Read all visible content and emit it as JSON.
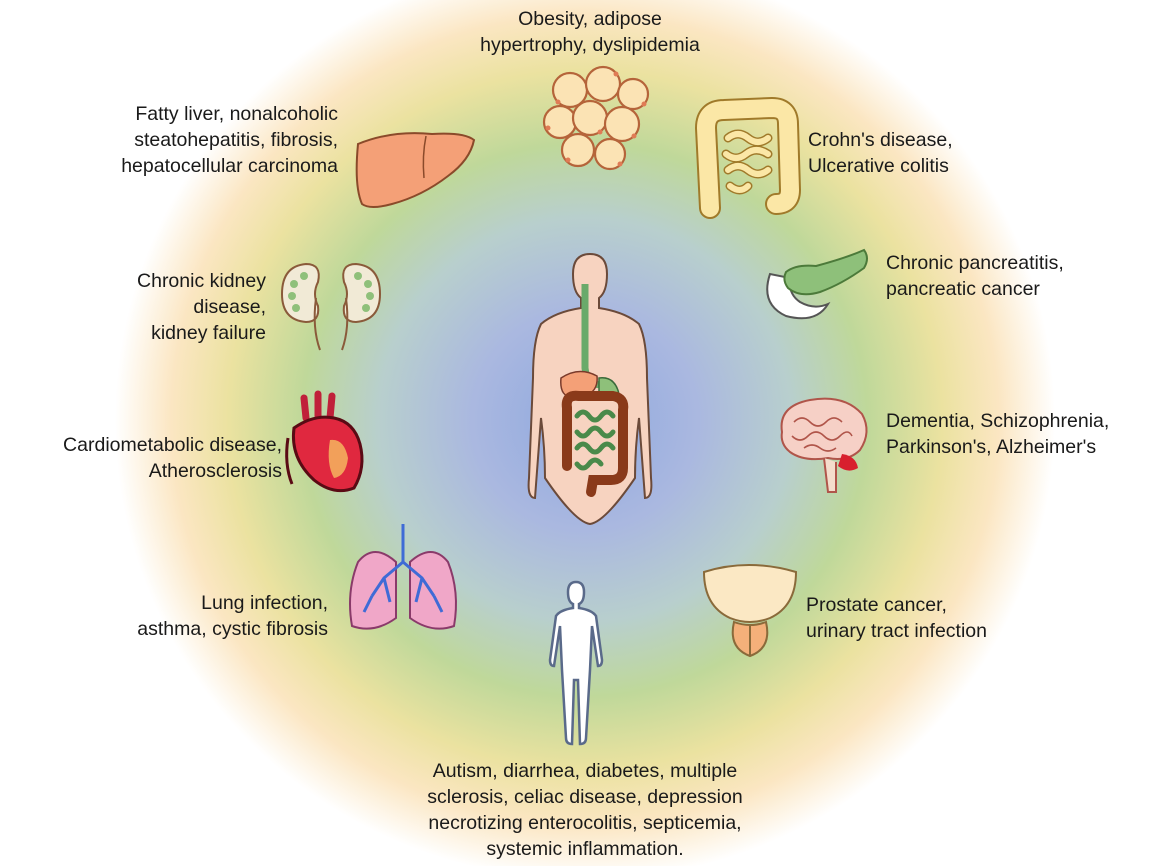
{
  "labels": {
    "obesity": [
      "Obesity, adipose",
      "hypertrophy, dyslipidemia"
    ],
    "liver": [
      "Fatty liver, nonalcoholic",
      "steatohepatitis, fibrosis,",
      "hepatocellular carcinoma"
    ],
    "bowel": [
      "Crohn's disease,",
      "Ulcerative colitis"
    ],
    "kidney": [
      "Chronic kidney",
      "disease,",
      "kidney failure"
    ],
    "pancreas": [
      "Chronic pancreatitis,",
      "pancreatic cancer"
    ],
    "heart": [
      "Cardiometabolic disease,",
      "Atherosclerosis"
    ],
    "brain": [
      "Dementia, Schizophrenia,",
      "Parkinson's, Alzheimer's"
    ],
    "lung": [
      "Lung infection,",
      "asthma, cystic fibrosis"
    ],
    "prostate": [
      "Prostate cancer,",
      "urinary tract infection"
    ],
    "systemic": [
      "Autism, diarrhea, diabetes, multiple",
      "sclerosis, celiac disease, depression",
      "necrotizing enterocolitis, septicemia,",
      "systemic inflammation."
    ]
  },
  "colors": {
    "center": "#8ea8de",
    "middle_ring": "#bfd89a",
    "outer_ring": "#fbe6c2",
    "skin": "#f7d3c0",
    "adipose": "#fbe3b4",
    "liver": "#f4a077",
    "intestine": "#fbe7a6",
    "pancreas": "#8ec07a",
    "heart": "#e0283f",
    "lung": "#f0a7c8",
    "airway": "#3f6bd6",
    "brain": "#f6d0c6",
    "prostate": "#fbe8c4"
  }
}
